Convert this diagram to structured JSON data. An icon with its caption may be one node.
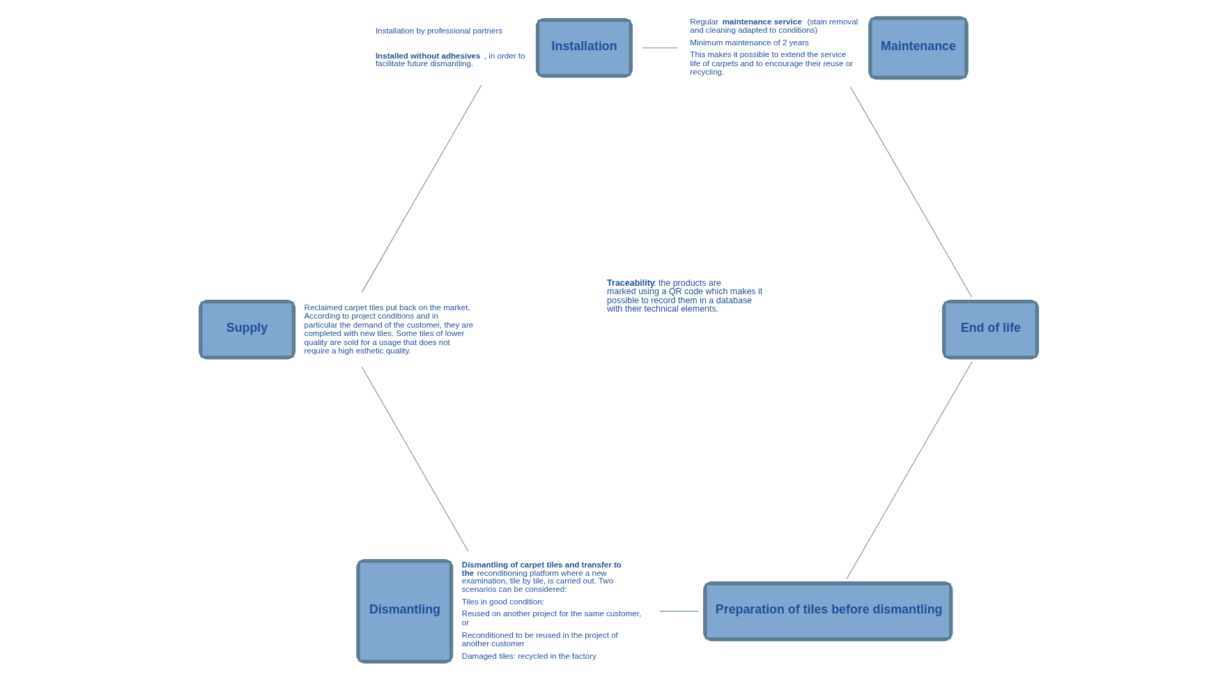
{
  "diagram": {
    "nodes": [
      {
        "text": [
          "Preparation of tiles before dismantling"
        ]
      },
      {
        "text": [
          "Dismantling"
        ],
        "beside": [
          "**Dismantling of carpet tiles and transfer to the** reconditioning platform where a new examination, tile by tile, is carried out. Two scenarios can be considered:",
          "Tiles in good condition:",
          "Reused on another project for the same customer, or",
          "Reconditioned to be reused in the project of another customer",
          "Damaged tiles: recycled in the factory"
        ]
      },
      {
        "text": [
          "Supply"
        ],
        "beside": [
          "Reclaimed carpet tiles put back on the market. According to project conditions and in particular the demand of the customer, they are completed with new tiles. Some tiles of lower quality are sold for a usage that does not require a high esthetic quality."
        ]
      },
      {
        "text": [
          "Installation"
        ],
        "beside": [
          "Installation by professional partners",
          "**Installed without adhesives**, in order to facilitate future dismantling."
        ]
      },
      {
        "text": [
          "Maintenance"
        ],
        "beside": [
          "Regular **maintenance service** (stain removal and cleaning adapted to conditions)",
          "Minimum maintenance of 2 years",
          "This makes it possible to extend the service life of carpets and to encourage their reuse or recycling."
        ]
      },
      {
        "text": [
          "End of life"
        ]
      }
    ],
    "edges": [
      {
        "from": 0,
        "to": 1,
        "arrow": "none"
      },
      {
        "from": 1,
        "to": 2,
        "arrow": "none"
      },
      {
        "from": 2,
        "to": 3,
        "arrow": "none"
      },
      {
        "from": 3,
        "to": 4,
        "arrow": "none"
      },
      {
        "from": 4,
        "to": 5,
        "arrow": "none"
      },
      {
        "from": 5,
        "to": 0,
        "arrow": "none"
      }
    ],
    "labels": [
      "**Traceability**: the products are marked using a QR code which makes it possible to record them in a database with their technical elements."
    ]
  }
}
